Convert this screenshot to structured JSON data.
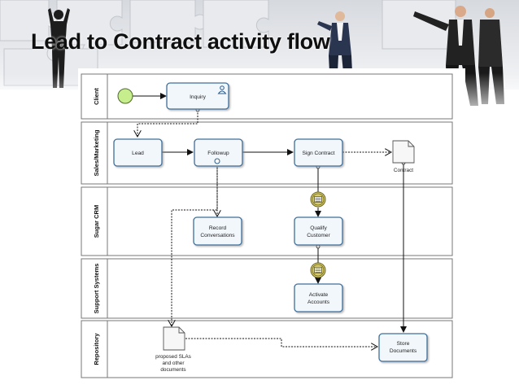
{
  "slide": {
    "title": "Lead to Contract activity flow"
  },
  "lanes": [
    {
      "id": "client",
      "label": "Client"
    },
    {
      "id": "sales",
      "label": "Sales/Marketing"
    },
    {
      "id": "crm",
      "label": "Sugar CRM"
    },
    {
      "id": "support",
      "label": "Support Systems"
    },
    {
      "id": "repo",
      "label": "Repository"
    }
  ],
  "tasks": {
    "inquiry": {
      "line1": "Inquiry",
      "line2": ""
    },
    "lead": {
      "line1": "Lead",
      "line2": ""
    },
    "followup": {
      "line1": "Followup",
      "line2": ""
    },
    "sign_contract": {
      "line1": "Sign Contract",
      "line2": ""
    },
    "record": {
      "line1": "Record",
      "line2": "Conversations"
    },
    "qualify": {
      "line1": "Qualify",
      "line2": "Customer"
    },
    "activate": {
      "line1": "Activate",
      "line2": "Accounts"
    },
    "store": {
      "line1": "Store",
      "line2": "Documents"
    }
  },
  "documents": {
    "contract": {
      "line1": "Contract",
      "line2": "",
      "line3": ""
    },
    "proposed": {
      "line1": "proposed SLAs",
      "line2": "and other",
      "line3": "documents"
    }
  },
  "colors": {
    "task_border": "#3f6f9a",
    "task_fill": "#f2f7fc",
    "start_event": "#c6ee8c",
    "intermediate_event": "#d8cc6a",
    "lane_border": "#777777"
  }
}
